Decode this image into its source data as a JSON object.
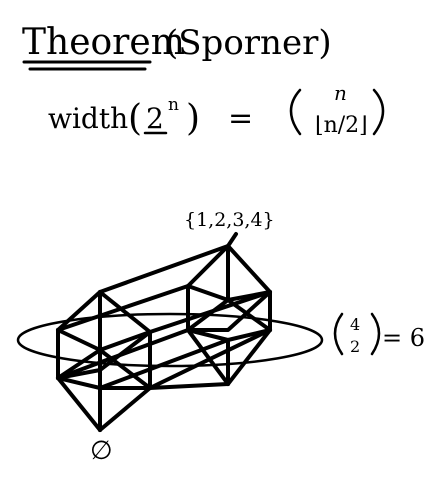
{
  "title": {
    "word": "Theorem",
    "name": "(Sporner)"
  },
  "formula": {
    "lhs_func": "width",
    "lhs_open": "(",
    "lhs_base": "2",
    "lhs_exp": "n",
    "lhs_close": ")",
    "equals": "=",
    "rhs_top": "n",
    "rhs_floor": "⌊n/2⌋"
  },
  "diagram": {
    "top_label": "{1,2,3,4}",
    "bottom_label": "∅",
    "side_label": {
      "binom_top": "4",
      "binom_bottom": "2",
      "result": "= 6"
    }
  },
  "colors": {
    "ink": "#000000",
    "paper": "#ffffff"
  }
}
